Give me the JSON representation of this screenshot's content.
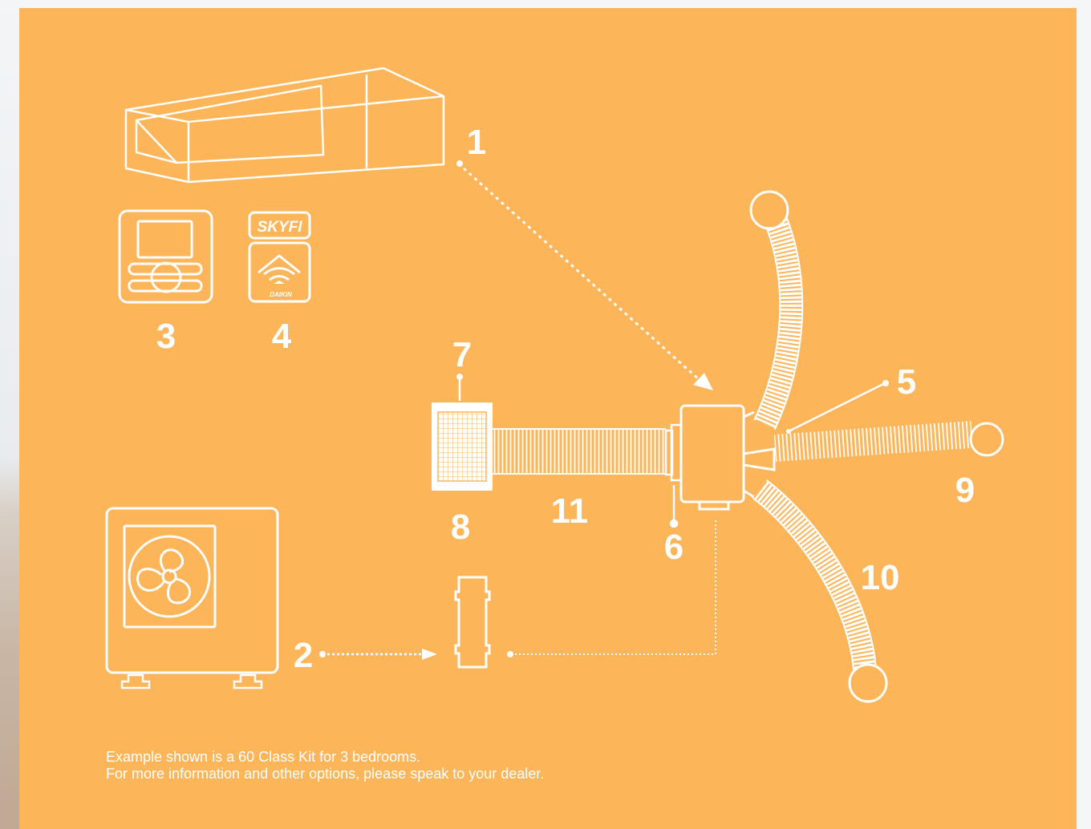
{
  "labels": {
    "n1": "1",
    "n2": "2",
    "n3": "3",
    "n4": "4",
    "n5": "5",
    "n6": "6",
    "n7": "7",
    "n8": "8",
    "n9": "9",
    "n10": "10",
    "n11": "11"
  },
  "badges": {
    "skyfi": "SKYFI",
    "brand": "DAIKIN"
  },
  "caption": {
    "line1": "Example shown is a 60 Class Kit for 3 bedrooms.",
    "line2": "For more information and other options, please speak to your dealer."
  },
  "colors": {
    "background": "#fdb55a",
    "line": "#ffffff"
  }
}
